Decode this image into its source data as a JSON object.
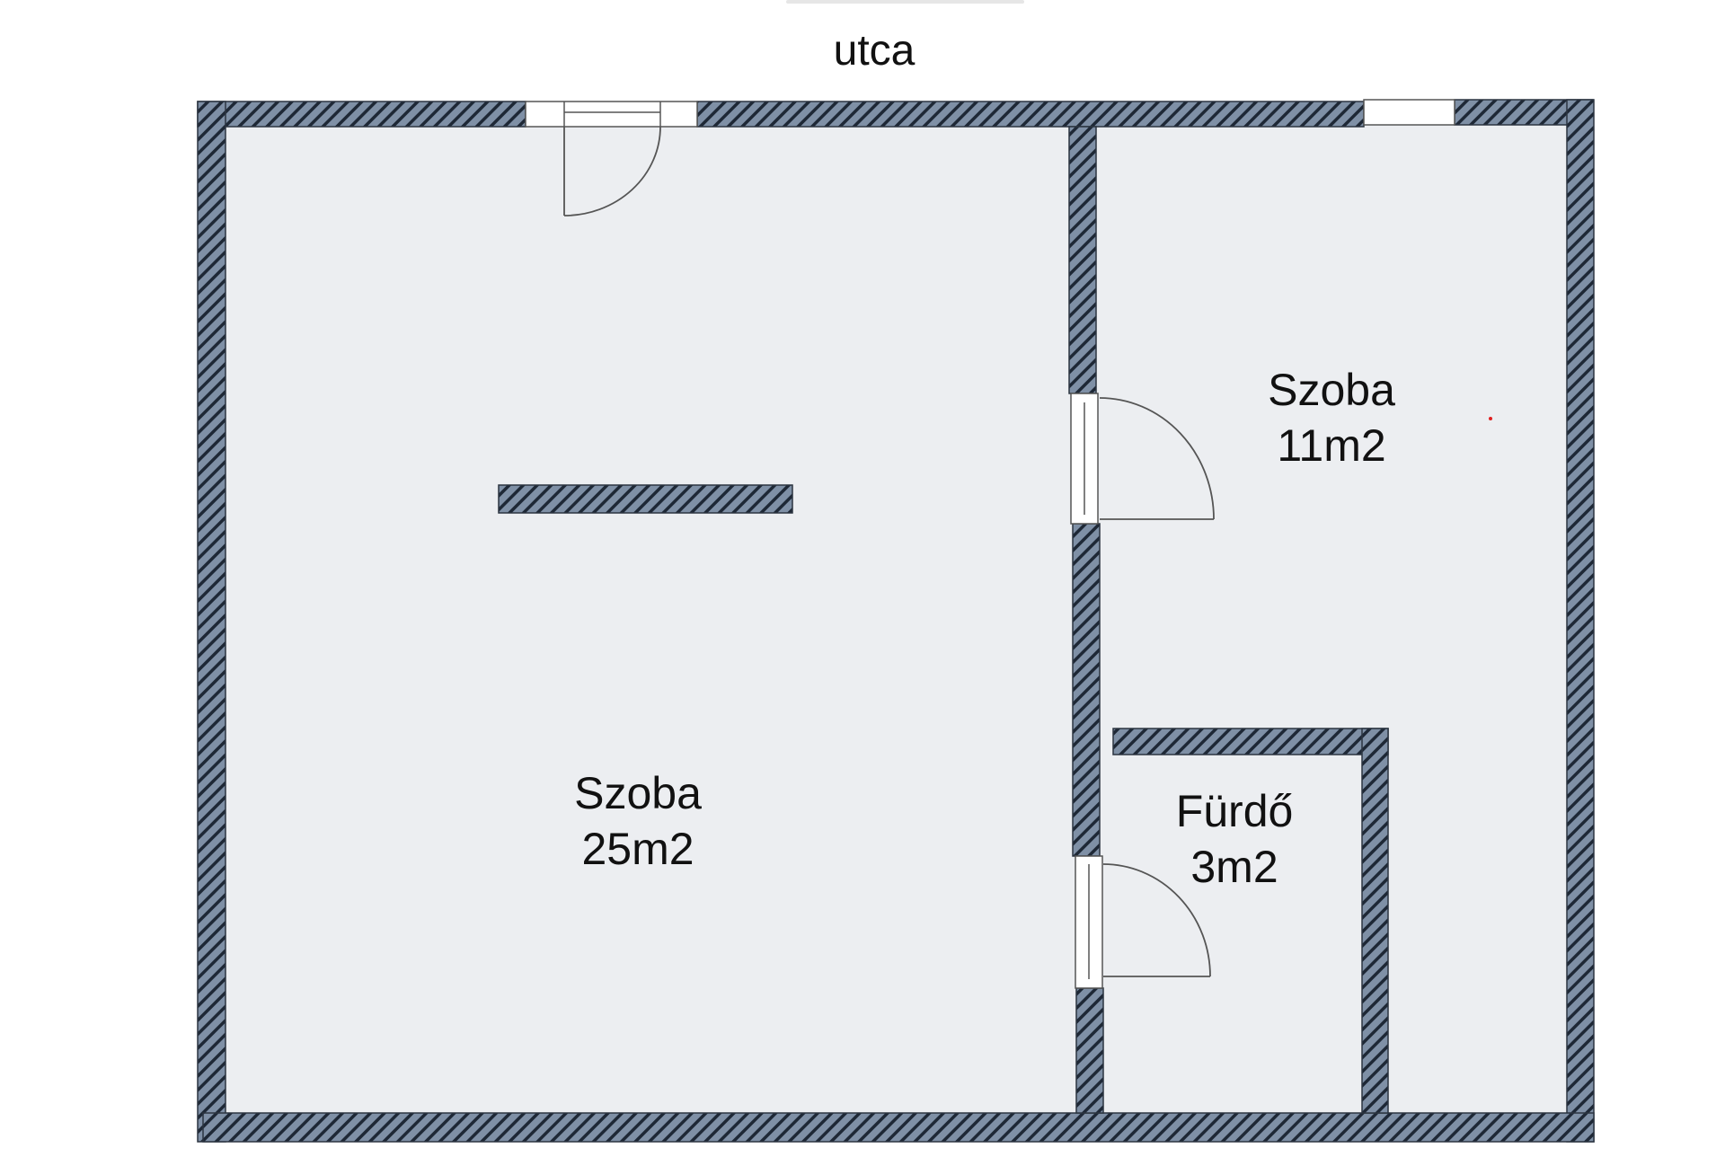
{
  "plan": {
    "street_label": "utca",
    "rooms": [
      {
        "name": "Szoba",
        "area": "25m2"
      },
      {
        "name": "Szoba",
        "area": "11m2"
      },
      {
        "name": "Fürdő",
        "area": "3m2"
      }
    ]
  },
  "colors": {
    "floor": "#eceef1",
    "wall_fill": "#7f90a6",
    "wall_hatch": "#1e2836"
  }
}
